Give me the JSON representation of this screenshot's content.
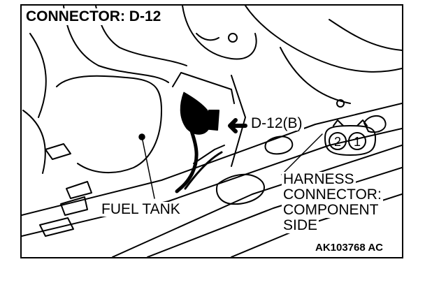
{
  "figure": {
    "title": "CONNECTOR: D-12",
    "callout_label": "D-12(B)",
    "fuel_tank_label": "FUEL TANK",
    "harness_lines": [
      "HARNESS",
      "CONNECTOR:",
      "COMPONENT",
      "SIDE"
    ],
    "pin_labels": [
      "2",
      "1"
    ],
    "figure_code": "AK103768 AC"
  }
}
